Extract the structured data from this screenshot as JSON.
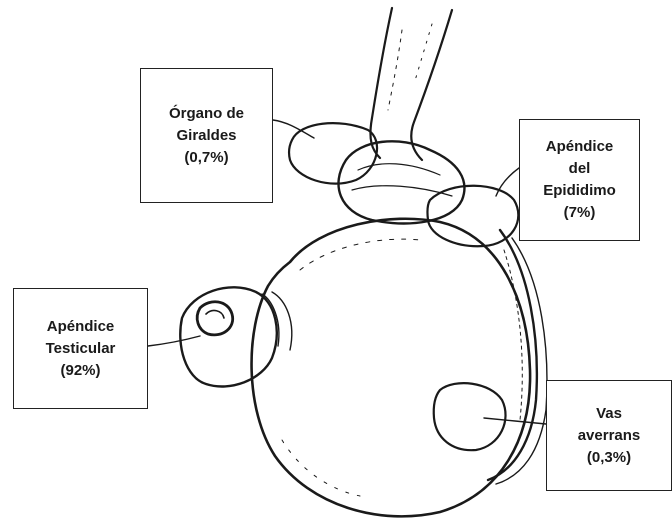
{
  "labels": {
    "giraldes": {
      "line1": "Órgano de",
      "line2": "Giraldes",
      "line3": "(0,7%)"
    },
    "epididimo": {
      "line1": "Apéndice",
      "line2": "del",
      "line3": "Epididimo",
      "line4": "(7%)"
    },
    "testicular": {
      "line1": "Apéndice",
      "line2": "Testicular",
      "line3": "(92%)"
    },
    "averrans": {
      "line1": "Vas",
      "line2": "averrans",
      "line3": "(0,3%)"
    }
  },
  "colors": {
    "ink": "#1a1a1a",
    "paper": "#ffffff"
  }
}
